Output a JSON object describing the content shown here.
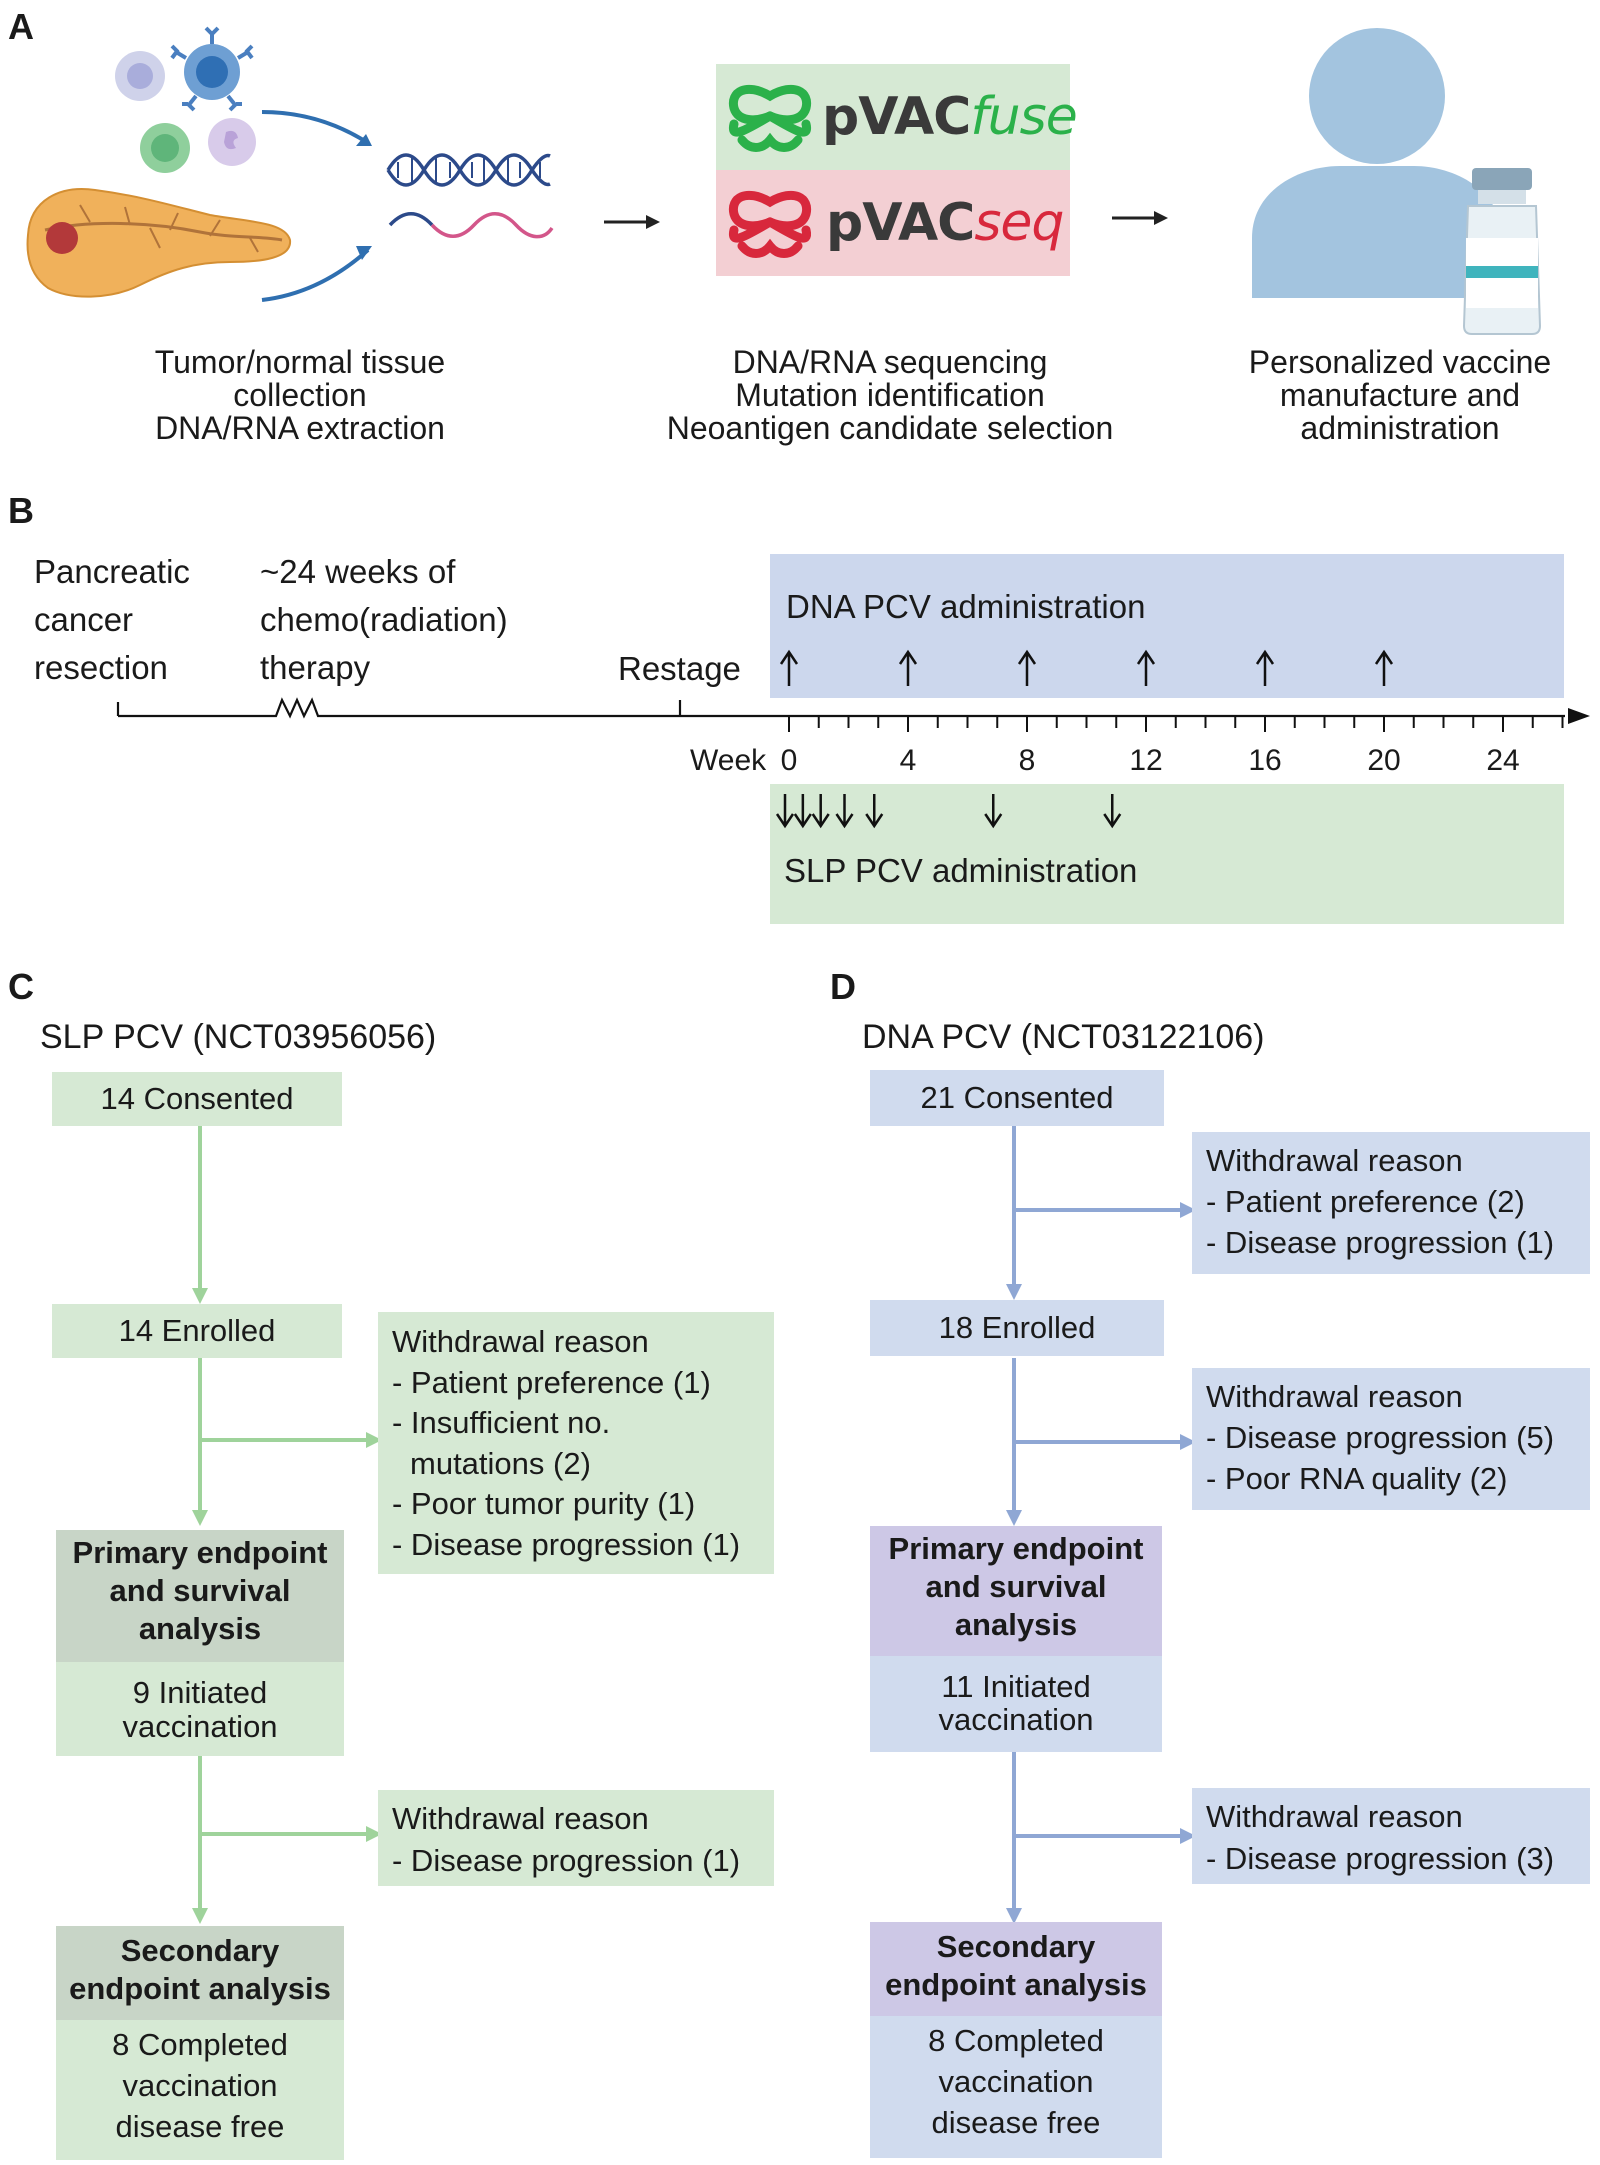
{
  "panels": {
    "a": "A",
    "b": "B",
    "c": "C",
    "d": "D"
  },
  "panel_a": {
    "logo_fuse": {
      "prefix": "pVAC",
      "suffix": "fuse",
      "color": "#2bb14a"
    },
    "logo_seq": {
      "prefix": "pVAC",
      "suffix": "seq",
      "color": "#d8283c"
    },
    "step1": [
      "Tumor/normal tissue",
      "collection",
      "DNA/RNA extraction"
    ],
    "step2": [
      "DNA/RNA sequencing",
      "Mutation identification",
      "Neoantigen candidate selection"
    ],
    "step3": [
      "Personalized vaccine",
      "manufacture and",
      "administration"
    ],
    "icons": [
      "immune-cells-icon",
      "pancreas-icon",
      "dna-helix-icon",
      "rna-strand-icon",
      "person-icon",
      "vaccine-vial-icon"
    ]
  },
  "panel_b": {
    "resection": [
      "Pancreatic",
      "cancer",
      "resection"
    ],
    "chemo": [
      "~24  weeks of",
      "chemo(radiation)",
      "therapy"
    ],
    "restage": "Restage",
    "dna_admin": "DNA PCV administration",
    "slp_admin": "SLP PCV administration",
    "week_label": "Week",
    "ticks": [
      "0",
      "4",
      "8",
      "12",
      "16",
      "20",
      "24"
    ],
    "dna_weeks": [
      0,
      4,
      8,
      12,
      16,
      20
    ],
    "slp_weeks": [
      0,
      0.6,
      1.2,
      2,
      3,
      7,
      11
    ],
    "colors": {
      "dna": "#ccd7ed",
      "slp": "#d6e9d4"
    }
  },
  "panel_c": {
    "title": "SLP PCV (NCT03956056)",
    "consented": "14 Consented",
    "enrolled": "14 Enrolled",
    "withdrawal1": {
      "title": "Withdrawal reason",
      "items": [
        "- Patient preference (1)",
        "- Insufficient no.",
        "   mutations (2)",
        "- Poor tumor purity (1)",
        "- Disease progression (1)"
      ]
    },
    "primary": [
      "Primary endpoint",
      "and survival",
      "analysis"
    ],
    "initiated": [
      "9 Initiated",
      "vaccination"
    ],
    "withdrawal2": {
      "title": "Withdrawal reason",
      "items": [
        "- Disease progression (1)"
      ]
    },
    "secondary": [
      "Secondary",
      "endpoint analysis"
    ],
    "completed": [
      "8 Completed",
      "vaccination",
      "disease free"
    ],
    "arrow_color": "#9fd39b"
  },
  "panel_d": {
    "title": "DNA PCV (NCT03122106)",
    "consented": "21 Consented",
    "withdrawal0": {
      "title": "Withdrawal reason",
      "items": [
        "- Patient preference (2)",
        "- Disease progression (1)"
      ]
    },
    "enrolled": "18 Enrolled",
    "withdrawal1": {
      "title": "Withdrawal reason",
      "items": [
        "- Disease progression (5)",
        "- Poor RNA quality (2)"
      ]
    },
    "primary": [
      "Primary endpoint",
      "and survival",
      "analysis"
    ],
    "initiated": [
      "11 Initiated",
      "vaccination"
    ],
    "withdrawal2": {
      "title": "Withdrawal reason",
      "items": [
        "- Disease progression (3)"
      ]
    },
    "secondary": [
      "Secondary",
      "endpoint analysis"
    ],
    "completed": [
      "8 Completed",
      "vaccination",
      "disease free"
    ],
    "arrow_color": "#8fa7d4"
  }
}
